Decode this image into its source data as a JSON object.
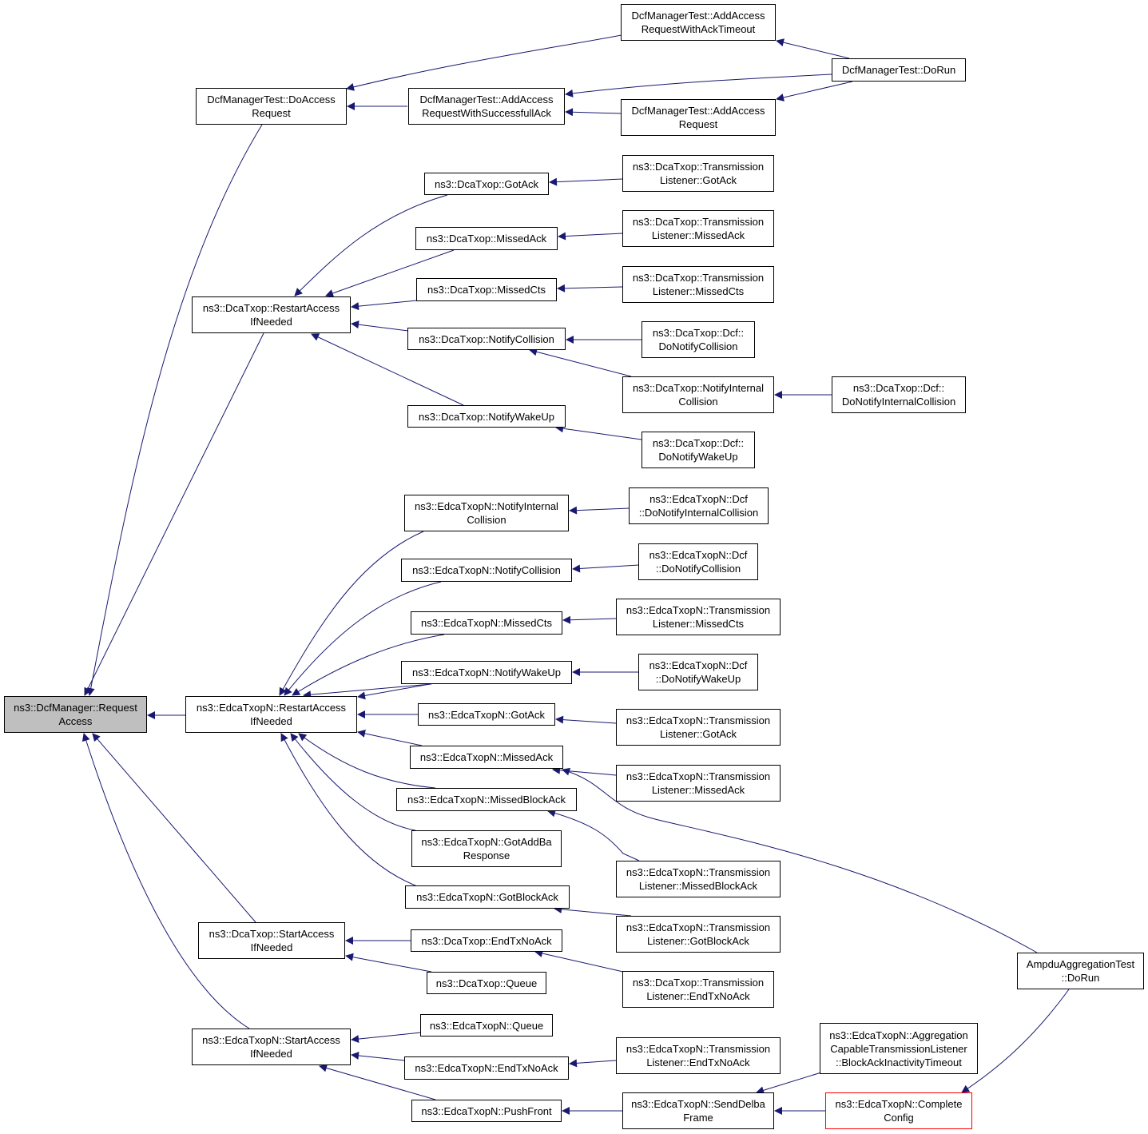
{
  "nodes": {
    "n_request_access": "ns3::DcfManager::Request\nAccess",
    "n_doaccess": "DcfManagerTest::DoAccess\nRequest",
    "n_timeout": "DcfManagerTest::AddAccess\nRequestWithAckTimeout",
    "n_dorun": "DcfManagerTest::DoRun",
    "n_succack": "DcfManagerTest::AddAccess\nRequestWithSuccessfullAck",
    "n_addreq": "DcfManagerTest::AddAccess\nRequest",
    "n_dca_restart": "ns3::DcaTxop::RestartAccess\nIfNeeded",
    "n_dca_gotack": "ns3::DcaTxop::GotAck",
    "n_dca_tl_gotack": "ns3::DcaTxop::Transmission\nListener::GotAck",
    "n_dca_missedack": "ns3::DcaTxop::MissedAck",
    "n_dca_tl_missedack": "ns3::DcaTxop::Transmission\nListener::MissedAck",
    "n_dca_missedcts": "ns3::DcaTxop::MissedCts",
    "n_dca_tl_missedcts": "ns3::DcaTxop::Transmission\nListener::MissedCts",
    "n_dca_notifycoll": "ns3::DcaTxop::NotifyCollision",
    "n_dca_dcf_donotifycoll": "ns3::DcaTxop::Dcf::\nDoNotifyCollision",
    "n_dca_notifyintcoll": "ns3::DcaTxop::NotifyInternal\nCollision",
    "n_dca_dcf_donotifyintcoll": "ns3::DcaTxop::Dcf::\nDoNotifyInternalCollision",
    "n_dca_notifywake": "ns3::DcaTxop::NotifyWakeUp",
    "n_dca_dcf_donotifywake": "ns3::DcaTxop::Dcf::\nDoNotifyWakeUp",
    "n_edca_notifyintcoll": "ns3::EdcaTxopN::NotifyInternal\nCollision",
    "n_edca_dcf_donotifyintcoll": "ns3::EdcaTxopN::Dcf\n::DoNotifyInternalCollision",
    "n_edca_notifycoll": "ns3::EdcaTxopN::NotifyCollision",
    "n_edca_dcf_donotifycoll": "ns3::EdcaTxopN::Dcf\n::DoNotifyCollision",
    "n_edca_missedcts": "ns3::EdcaTxopN::MissedCts",
    "n_edca_tl_missedcts": "ns3::EdcaTxopN::Transmission\nListener::MissedCts",
    "n_edca_notifywake": "ns3::EdcaTxopN::NotifyWakeUp",
    "n_edca_dcf_donotifywake": "ns3::EdcaTxopN::Dcf\n::DoNotifyWakeUp",
    "n_edca_restart": "ns3::EdcaTxopN::RestartAccess\nIfNeeded",
    "n_edca_gotack": "ns3::EdcaTxopN::GotAck",
    "n_edca_tl_gotack": "ns3::EdcaTxopN::Transmission\nListener::GotAck",
    "n_edca_missedack": "ns3::EdcaTxopN::MissedAck",
    "n_edca_tl_missedack": "ns3::EdcaTxopN::Transmission\nListener::MissedAck",
    "n_edca_missedblockack": "ns3::EdcaTxopN::MissedBlockAck",
    "n_edca_gotaddba": "ns3::EdcaTxopN::GotAddBa\nResponse",
    "n_edca_tl_missedblockack": "ns3::EdcaTxopN::Transmission\nListener::MissedBlockAck",
    "n_edca_gotblockack": "ns3::EdcaTxopN::GotBlockAck",
    "n_edca_tl_gotblockack": "ns3::EdcaTxopN::Transmission\nListener::GotBlockAck",
    "n_dca_startaccess": "ns3::DcaTxop::StartAccess\nIfNeeded",
    "n_dca_endtxnoack": "ns3::DcaTxop::EndTxNoAck",
    "n_dca_queue": "ns3::DcaTxop::Queue",
    "n_dca_tl_endtxnoack": "ns3::DcaTxop::Transmission\nListener::EndTxNoAck",
    "n_ampdu_dorun": "AmpduAggregationTest\n::DoRun",
    "n_edca_startaccess": "ns3::EdcaTxopN::StartAccess\nIfNeeded",
    "n_edca_queue": "ns3::EdcaTxopN::Queue",
    "n_edca_endtxnoack": "ns3::EdcaTxopN::EndTxNoAck",
    "n_edca_tl_endtxnoack": "ns3::EdcaTxopN::Transmission\nListener::EndTxNoAck",
    "n_edca_pushfront": "ns3::EdcaTxopN::PushFront",
    "n_edca_senddelba": "ns3::EdcaTxopN::SendDelba\nFrame",
    "n_edca_acbainactivity": "ns3::EdcaTxopN::Aggregation\nCapableTransmissionListener\n::BlockAckInactivityTimeout",
    "n_edca_completeconfig": "ns3::EdcaTxopN::Complete\nConfig"
  },
  "colors": {
    "edge": "#191970",
    "root_fill": "#bfbfbf",
    "node_border": "#000000",
    "truncated_border": "#ff0000"
  }
}
